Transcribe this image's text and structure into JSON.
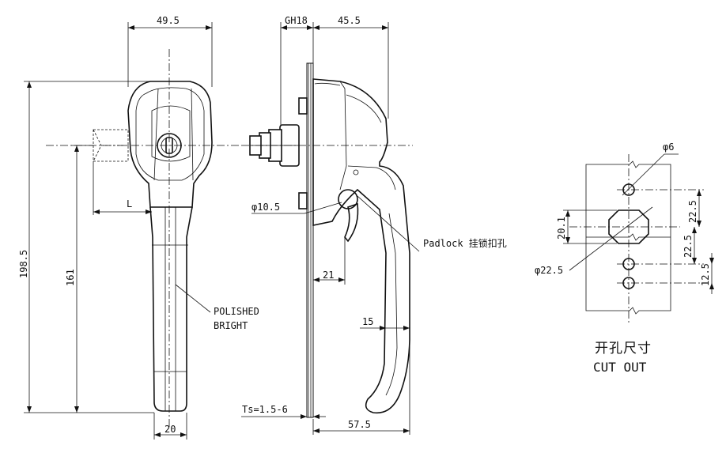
{
  "front_view": {
    "dim_width": "49.5",
    "dim_total_height": "198.5",
    "dim_axis_height": "161",
    "dim_bottom_width": "20",
    "dim_l": "L",
    "finish_line1": "POLISHED",
    "finish_line2": "BRIGHT"
  },
  "side_view": {
    "dim_gh": "GH18",
    "dim_depth": "45.5",
    "dim_boss_dia": "φ10.5",
    "dim_21": "21",
    "dim_15": "15",
    "dim_panel": "Ts=1.5-6",
    "dim_overall_depth": "57.5",
    "padlock_label": "Padlock 挂锁扣孔"
  },
  "cutout": {
    "dim_hole_dia": "φ6",
    "dim_center_dia": "φ22.5",
    "dim_20_1": "20.1",
    "dim_22_5_top": "22.5",
    "dim_22_5_mid": "22.5",
    "dim_12_5": "12.5",
    "title_cn": "开孔尺寸",
    "title_en": "CUT OUT"
  }
}
